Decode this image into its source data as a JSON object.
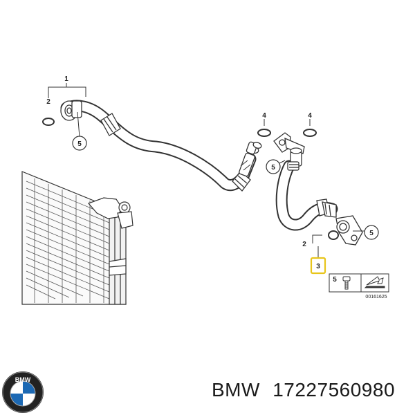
{
  "callouts": {
    "c1": "1",
    "c2_top": "2",
    "c5_top": "5",
    "c4_left": "4",
    "c4_right": "4",
    "c5_mid": "5",
    "c5_right": "5",
    "c2_lower": "2",
    "c3_highlight": "3",
    "c5_legend": "5"
  },
  "reference_code": "00161625",
  "brand": {
    "name": "BMW",
    "part_number": "17227560980",
    "logo_letters": "BMW"
  },
  "colors": {
    "highlight_box": "#e8c51a",
    "logo_blue": "#1c69b4"
  }
}
